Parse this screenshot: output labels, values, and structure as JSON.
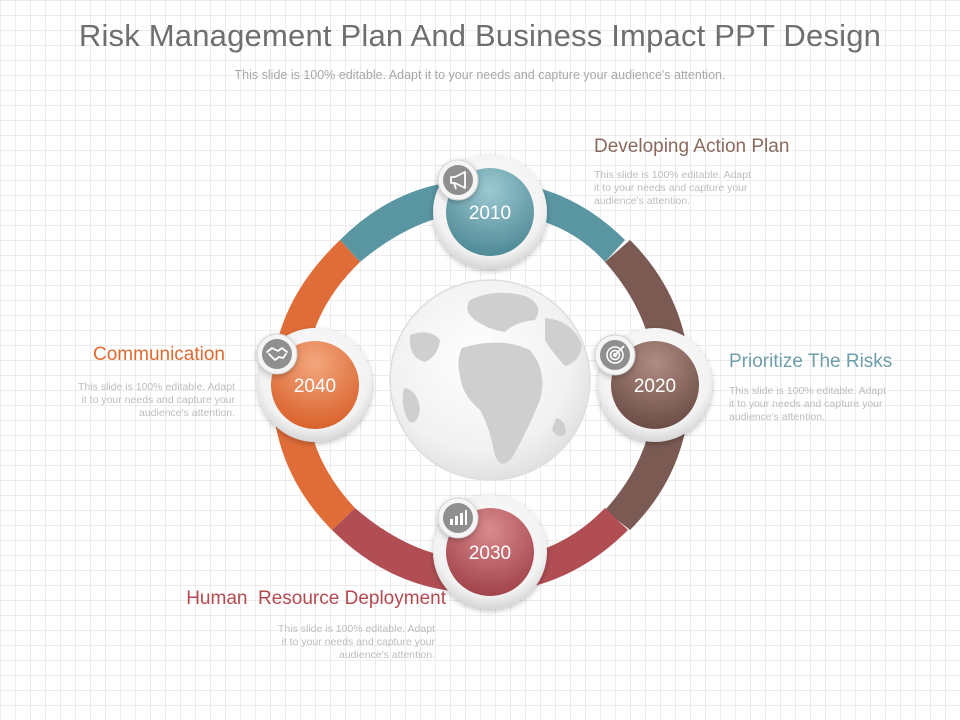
{
  "slide": {
    "title": "Risk Management Plan And Business Impact PPT Design",
    "subtitle": "This slide is 100% editable. Adapt it to your needs and capture your audience's attention."
  },
  "nodes": [
    {
      "label": "2010",
      "icon": "megaphone-icon",
      "color": "#5a96a2"
    },
    {
      "label": "2020",
      "icon": "target-icon",
      "color": "#7a5a52"
    },
    {
      "label": "2030",
      "icon": "bar-chart-icon",
      "color": "#b14e54"
    },
    {
      "label": "2040",
      "icon": "handshake-icon",
      "color": "#e06d38"
    }
  ],
  "sections": [
    {
      "heading": "Developing Action Plan",
      "color": "#8a6a5e",
      "text": [
        "This slide is 100% editable. Adapt",
        "it to your needs and capture your",
        "audience's attention."
      ]
    },
    {
      "heading": "Prioritize The Risks",
      "color": "#6e9eaa",
      "text": [
        "This slide is 100% editable. Adapt",
        "it to your needs and capture your",
        "audience's attention."
      ]
    },
    {
      "heading": "Human  Resource Deployment",
      "color": "#b24a50",
      "text": [
        "This slide is 100% editable. Adapt",
        "it to your needs and capture your",
        "audience's attention."
      ]
    },
    {
      "heading": "Communication",
      "color": "#e0692f",
      "text": [
        "This slide is 100% editable. Adapt",
        "it to your needs and capture your",
        "audience's attention."
      ]
    }
  ]
}
